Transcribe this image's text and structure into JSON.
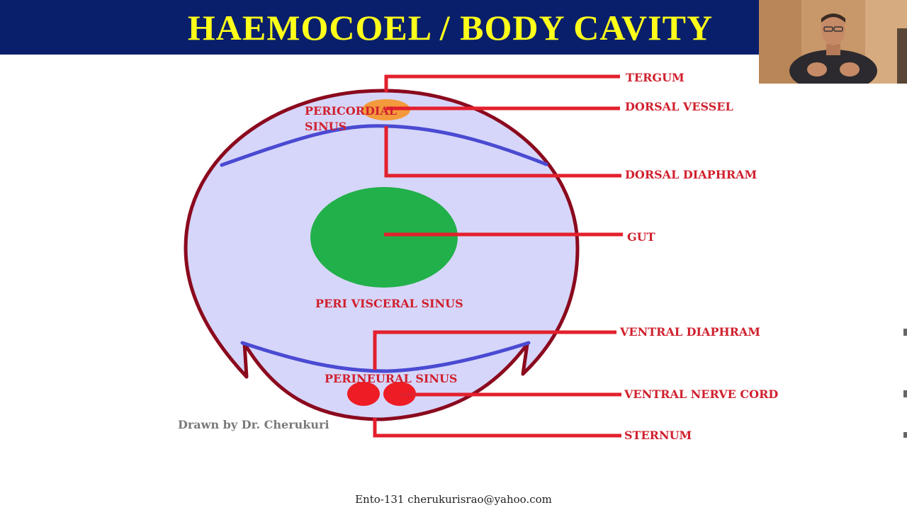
{
  "slide": {
    "title": "HAEMOCOEL / BODY CAVITY",
    "credit": "Drawn by Dr. Cherukuri",
    "footer": "Ento-131 cherukurisrao@yahoo.com"
  },
  "diagram": {
    "inner_labels": {
      "pericordial": "PERICORDIAL",
      "pericordial_2": "SINUS",
      "perivisceral": "PERI VISCERAL SINUS",
      "perineural": "PERINEURAL SINUS"
    },
    "callouts": {
      "tergum": "TERGUM",
      "dorsal_vessel": "DORSAL VESSEL",
      "dorsal_diaphram": "DORSAL DIAPHRAM",
      "gut": "GUT",
      "ventral_diaphram": "VENTRAL DIAPHRAM",
      "ventral_nerve_cord": "VENTRAL NERVE CORD",
      "sternum": "STERNUM"
    },
    "colors": {
      "body_fill": "#d6d6fb",
      "body_outline": "#8b0a1e",
      "diaphragm": "#4a4ad2",
      "gut": "#22b04a",
      "dorsal_vessel": "#f39a3c",
      "nerve_cord": "#ee1c24",
      "leader_lines": "#e3202d",
      "label_text": "#d0202e",
      "title_bar": "#0a1f6b",
      "title_text": "#ffff1a"
    }
  }
}
